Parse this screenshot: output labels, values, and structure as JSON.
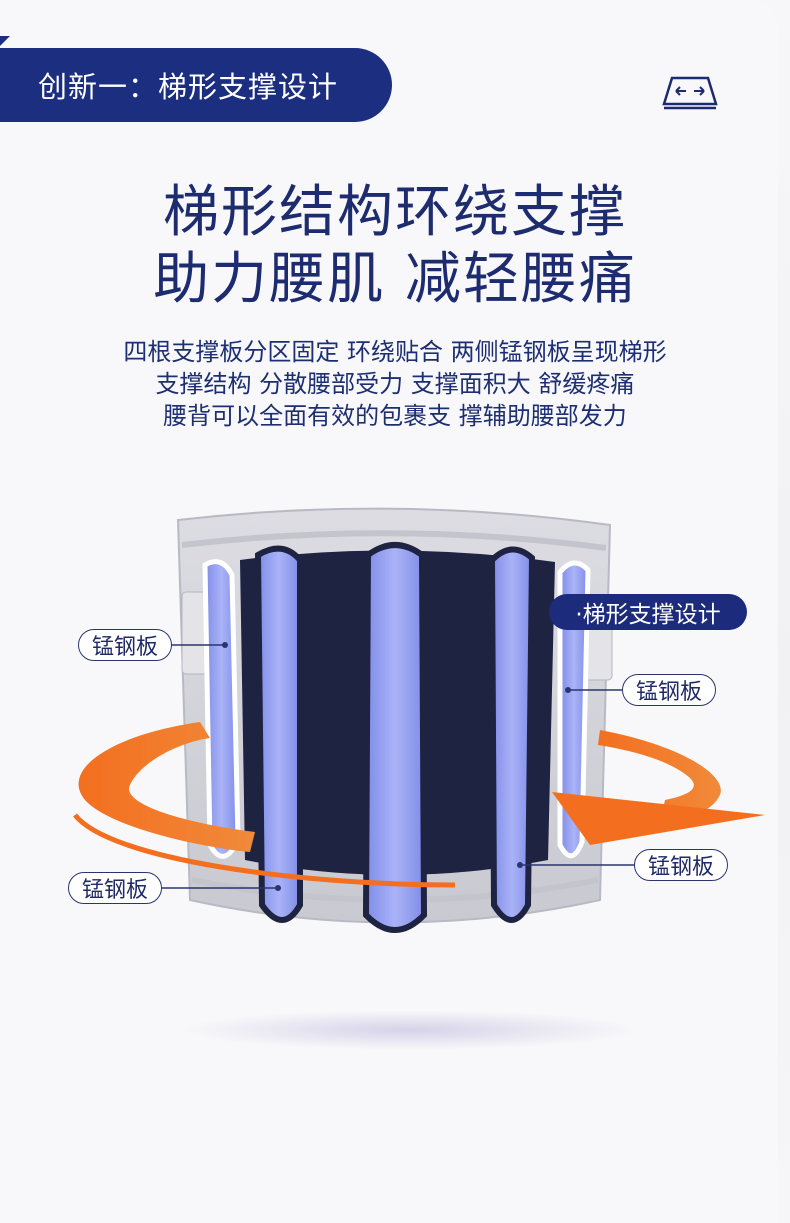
{
  "feature_tag": {
    "label": "创新一：梯形支撑设计"
  },
  "headline": {
    "line1": "梯形结构环绕支撑",
    "line2": "助力腰肌 减轻腰痛"
  },
  "description": {
    "line1": "四根支撑板分区固定 环绕贴合 两侧锰钢板呈现梯形",
    "line2": "支撑结构 分散腰部受力 支撑面积大 舒缓疼痛",
    "line3": "腰背可以全面有效的包裹支 撑辅助腰部发力"
  },
  "callouts": {
    "left_top": "锰钢板",
    "left_bottom": "锰钢板",
    "right_title": "·梯形支撑设计",
    "right_top": "锰钢板",
    "right_bottom": "锰钢板"
  },
  "icons": {
    "header_icon": "trapezoid-width-icon"
  },
  "colors": {
    "brand_navy": "#1b2e80",
    "accent_orange": "#f36f1f",
    "stay_blue": "#8f9bf0"
  }
}
